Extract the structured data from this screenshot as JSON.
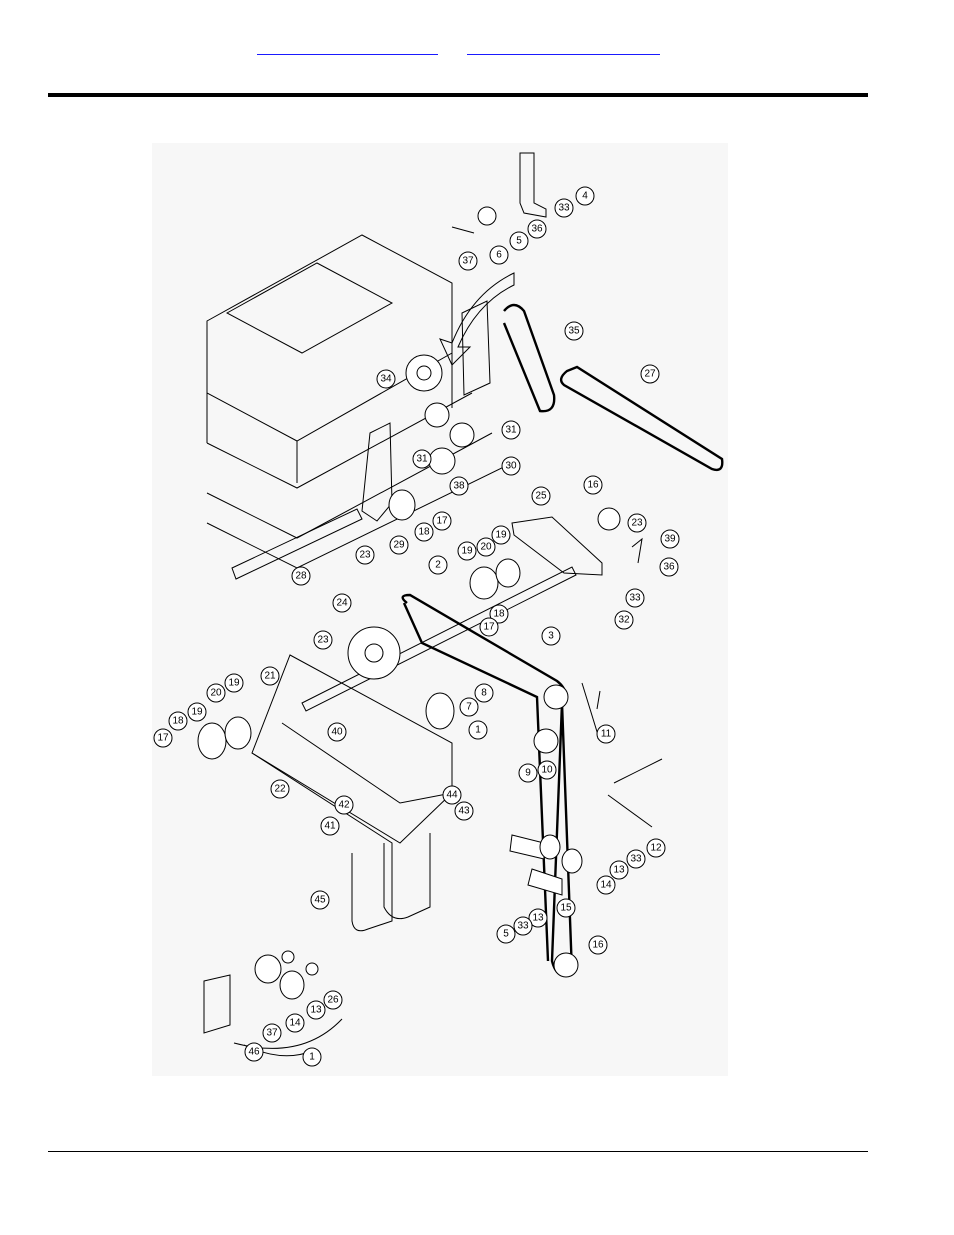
{
  "header": {
    "link_a": "",
    "link_b": ""
  },
  "callouts": [
    {
      "n": "4"
    },
    {
      "n": "33"
    },
    {
      "n": "5"
    },
    {
      "n": "36"
    },
    {
      "n": "6"
    },
    {
      "n": "37"
    },
    {
      "n": "35"
    },
    {
      "n": "27"
    },
    {
      "n": "34"
    },
    {
      "n": "31"
    },
    {
      "n": "31"
    },
    {
      "n": "30"
    },
    {
      "n": "38"
    },
    {
      "n": "17"
    },
    {
      "n": "18"
    },
    {
      "n": "29"
    },
    {
      "n": "23"
    },
    {
      "n": "28"
    },
    {
      "n": "25"
    },
    {
      "n": "16"
    },
    {
      "n": "23"
    },
    {
      "n": "39"
    },
    {
      "n": "36"
    },
    {
      "n": "33"
    },
    {
      "n": "32"
    },
    {
      "n": "2"
    },
    {
      "n": "19"
    },
    {
      "n": "20"
    },
    {
      "n": "19"
    },
    {
      "n": "18"
    },
    {
      "n": "17"
    },
    {
      "n": "3"
    },
    {
      "n": "24"
    },
    {
      "n": "23"
    },
    {
      "n": "21"
    },
    {
      "n": "20"
    },
    {
      "n": "19"
    },
    {
      "n": "19"
    },
    {
      "n": "18"
    },
    {
      "n": "17"
    },
    {
      "n": "8"
    },
    {
      "n": "7"
    },
    {
      "n": "1"
    },
    {
      "n": "11"
    },
    {
      "n": "40"
    },
    {
      "n": "9"
    },
    {
      "n": "10"
    },
    {
      "n": "22"
    },
    {
      "n": "44"
    },
    {
      "n": "42"
    },
    {
      "n": "43"
    },
    {
      "n": "41"
    },
    {
      "n": "12"
    },
    {
      "n": "13"
    },
    {
      "n": "33"
    },
    {
      "n": "14"
    },
    {
      "n": "15"
    },
    {
      "n": "13"
    },
    {
      "n": "33"
    },
    {
      "n": "5"
    },
    {
      "n": "45"
    },
    {
      "n": "16"
    },
    {
      "n": "26"
    },
    {
      "n": "13"
    },
    {
      "n": "14"
    },
    {
      "n": "37"
    },
    {
      "n": "46"
    },
    {
      "n": "1"
    }
  ]
}
